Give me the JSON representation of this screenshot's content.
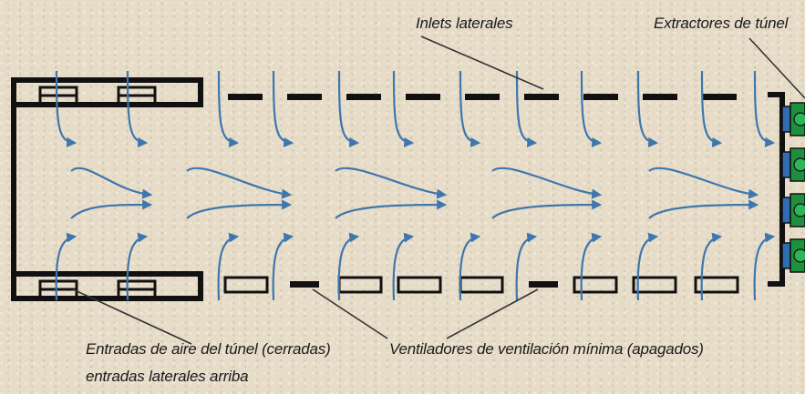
{
  "labels": {
    "inlets_laterales": "Inlets laterales",
    "extractores_tunel": "Extractores de túnel",
    "entradas_tunel_line1": "Entradas de aire del túnel (cerradas)",
    "entradas_tunel_line2": "entradas laterales arriba",
    "ventiladores_minima": "Ventiladores de ventilación mínima (apagados)"
  },
  "colors": {
    "airflow": "#3d77ad",
    "wall": "#111111",
    "fan_green": "#1e8f3c",
    "fan_blue": "#2f6db0",
    "background": "#e7dcc8"
  },
  "icons": {
    "airflow_arrow": "curved-arrow-icon",
    "exhaust_fan": "tunnel-fan-icon",
    "side_inlet": "dash-inlet-icon",
    "min_vent_fan": "box-fan-icon"
  }
}
